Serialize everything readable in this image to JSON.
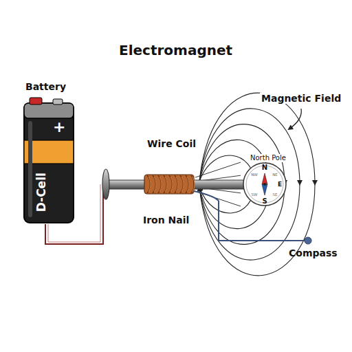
{
  "diagram": {
    "title": "Electromagnet",
    "nodes": [
      {
        "text": [
          "Battery",
          "+",
          "D-Cell"
        ]
      }
    ],
    "labels": [
      "Wire Coil",
      "Iron Nail",
      "Magnetic Field",
      "North Pole",
      "N",
      "NW",
      "NE",
      "E",
      "SE",
      "S",
      "SW",
      "Compass"
    ]
  }
}
